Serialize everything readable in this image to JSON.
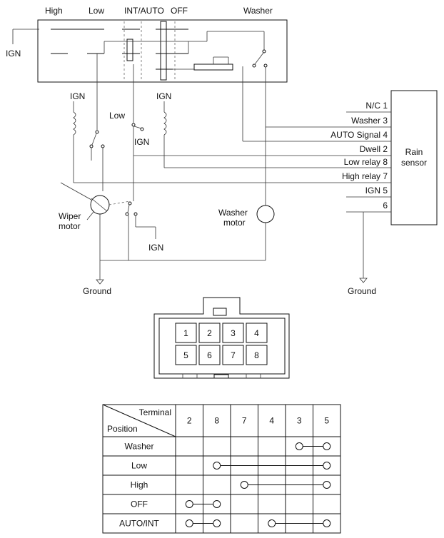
{
  "switch_labels": {
    "high": "High",
    "low": "Low",
    "int_auto": "INT/AUTO",
    "off": "OFF",
    "washer": "Washer"
  },
  "labels": {
    "ign": "IGN",
    "low": "Low",
    "wiper_motor": [
      "Wiper",
      "motor"
    ],
    "washer_motor": [
      "Washer",
      "motor"
    ],
    "ground": "Ground",
    "rain_sensor": [
      "Rain",
      "sensor"
    ]
  },
  "sensor_pins": [
    "N/C 1",
    "Washer 3",
    "AUTO Signal 4",
    "Dwell 2",
    "Low relay 8",
    "High relay 7",
    "IGN 5",
    "6"
  ],
  "connector_pins": [
    "1",
    "2",
    "3",
    "4",
    "5",
    "6",
    "7",
    "8"
  ],
  "table": {
    "terminal_header": "Terminal",
    "position_header": "Position",
    "terminals": [
      "2",
      "8",
      "7",
      "4",
      "3",
      "5"
    ],
    "rows": [
      {
        "position": "Washer",
        "links": [
          [
            "3",
            "5"
          ]
        ]
      },
      {
        "position": "Low",
        "links": [
          [
            "8",
            "5"
          ]
        ]
      },
      {
        "position": "High",
        "links": [
          [
            "7",
            "5"
          ]
        ]
      },
      {
        "position": "OFF",
        "links": [
          [
            "2",
            "8"
          ]
        ]
      },
      {
        "position": "AUTO/INT",
        "links": [
          [
            "2",
            "8"
          ],
          [
            "4",
            "5"
          ]
        ]
      }
    ]
  }
}
